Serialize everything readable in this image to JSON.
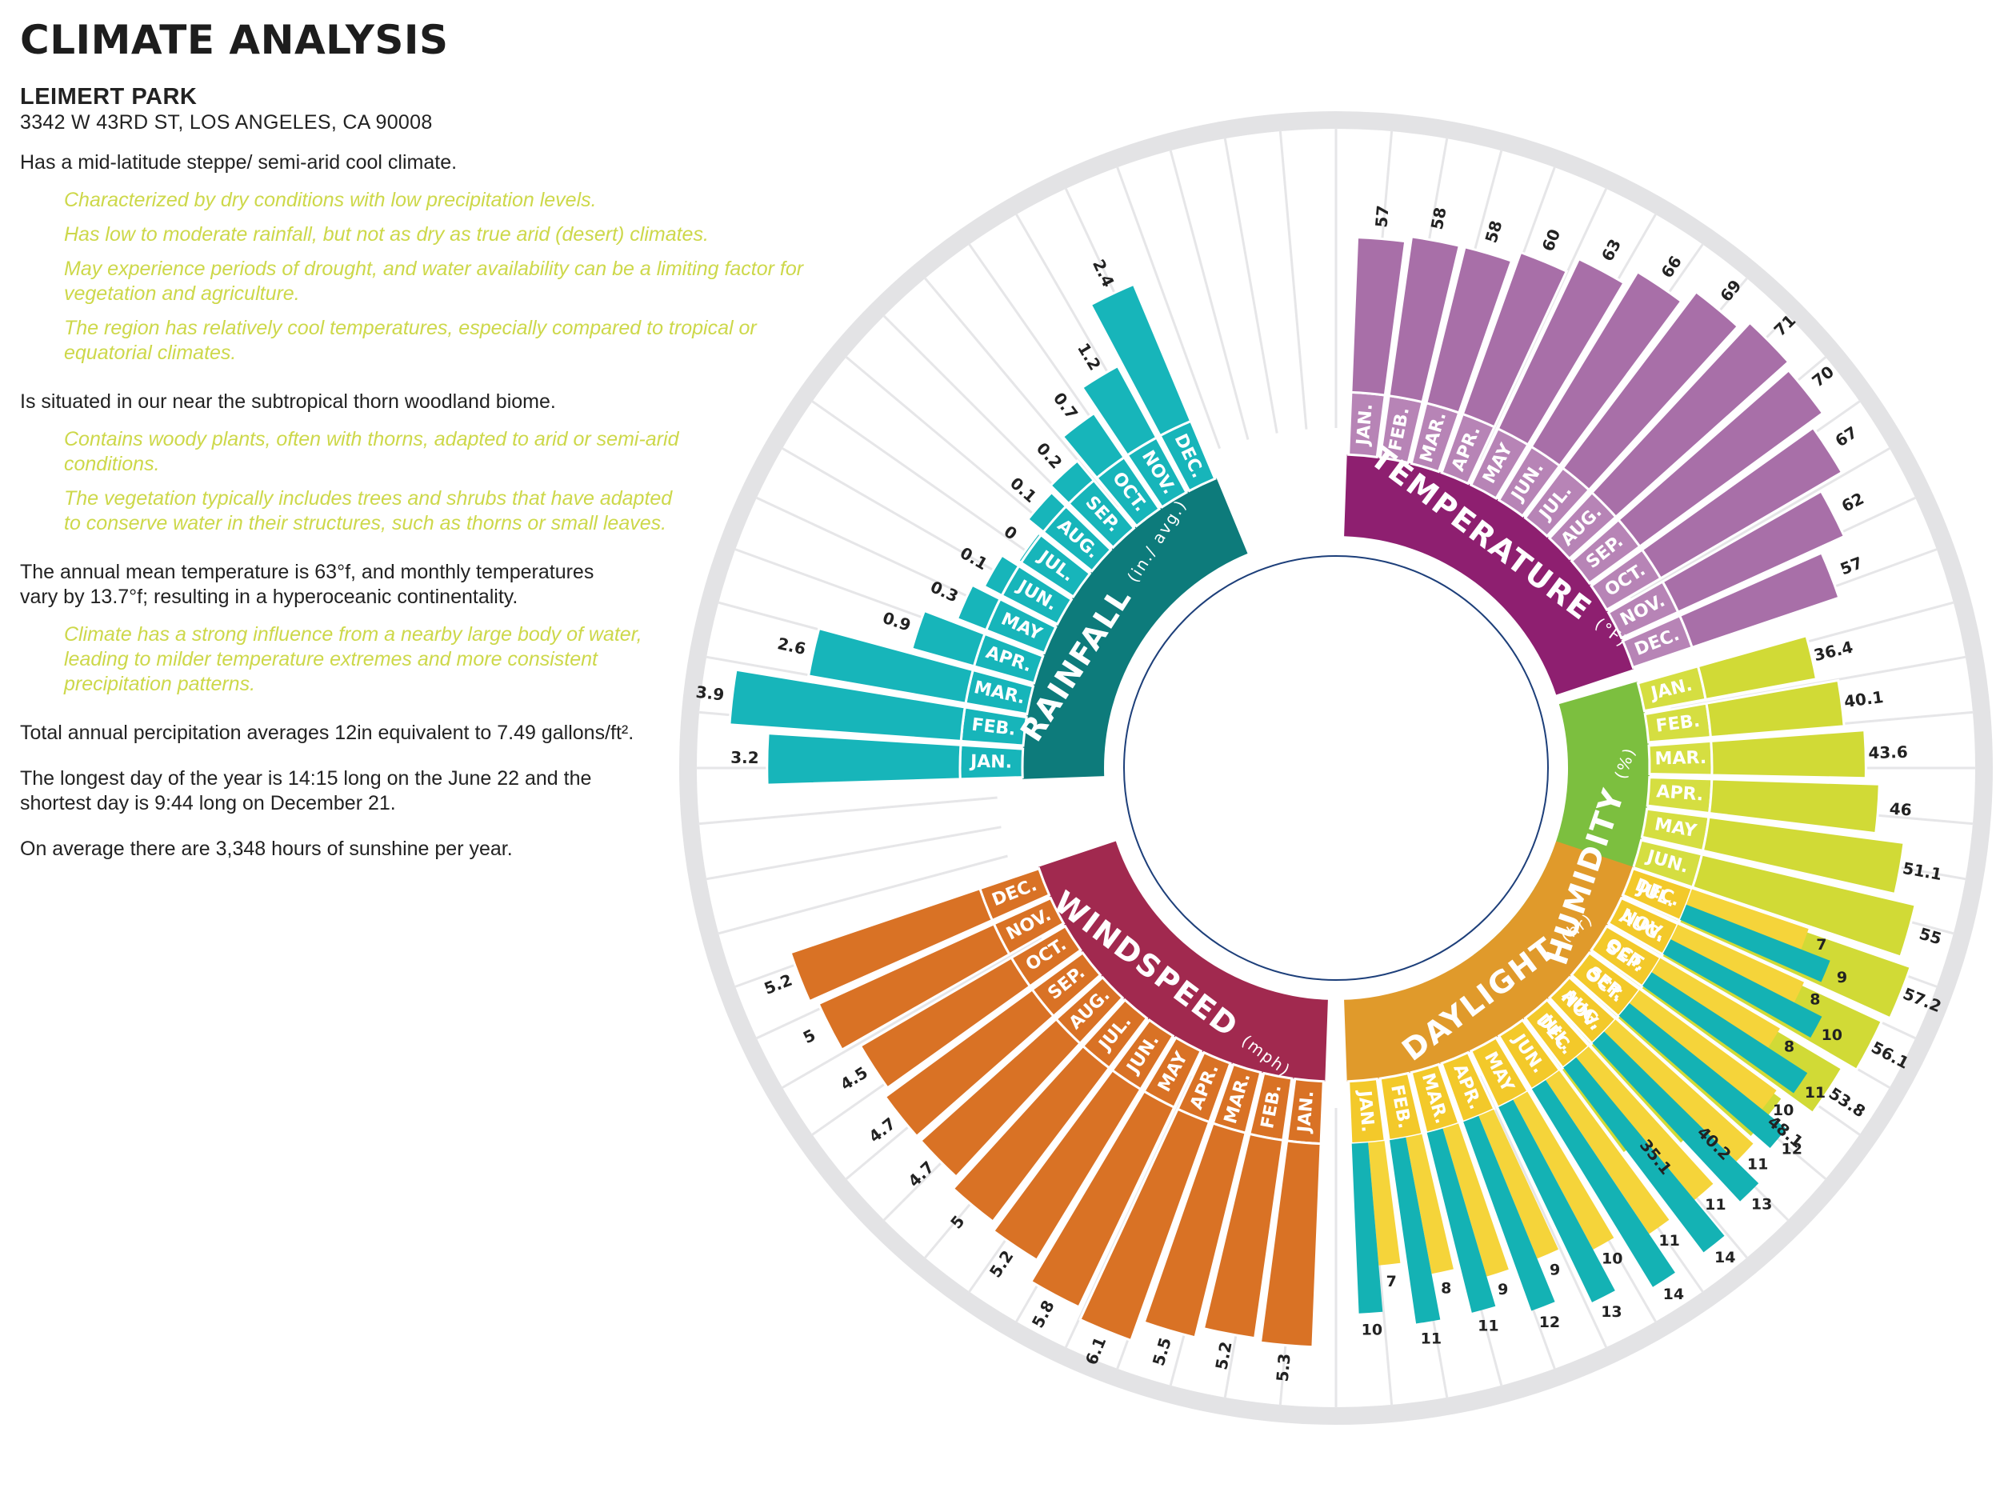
{
  "header": {
    "title": "CLIMATE ANALYSIS",
    "site": "LEIMERT PARK",
    "address": "3342 W 43RD ST, LOS ANGELES, CA 90008"
  },
  "intro": {
    "climate": "Has a mid-latitude steppe/ semi-arid cool climate.",
    "climate_notes": [
      "Characterized by dry conditions with low precipitation levels.",
      "Has low to moderate rainfall, but not as dry as true arid (desert) climates.",
      "May experience periods of drought, and water availability can be a limiting factor for vegetation and agriculture.",
      "The region has relatively cool temperatures, especially compared to tropical or equatorial climates."
    ],
    "biome": "Is situated in our near the subtropical thorn woodland biome.",
    "biome_notes": [
      "Contains woody plants, often with thorns, adapted to arid or semi-arid conditions.",
      "The vegetation typically includes trees and shrubs that have adapted to conserve water in their structures, such as thorns or small leaves."
    ],
    "temperature": "The annual mean temperature is 63°f, and monthly temperatures vary by 13.7°f; resulting in a hyperoceanic continentality.",
    "temperature_note": "Climate has a strong influence from a nearby large body of water, leading to milder temperature extremes and more consistent precipitation patterns.",
    "precipitation": "Total annual percipitation averages 12in equivalent to 7.49 gallons/ft².",
    "daylight": "The longest day of the year is 14:15 long on the June 22 and the shortest day is 9:44 long on December 21.",
    "sunshine": "On average there are 3,348 hours of sunshine per year."
  },
  "chart_data": {
    "type": "radial-bar",
    "months": [
      "JAN.",
      "FEB.",
      "MAR.",
      "APR.",
      "MAY",
      "JUN.",
      "JUL.",
      "AUG.",
      "SEP.",
      "OCT.",
      "NOV.",
      "DEC."
    ],
    "series": [
      {
        "name": "TEMPERATURE",
        "unit": "(°F)",
        "values": [
          57,
          58,
          58,
          60,
          63,
          66,
          69,
          71,
          70,
          67,
          62,
          57
        ],
        "color": "#a86fa8",
        "hub_color": "#8e1f70",
        "label_color": "#b784b6"
      },
      {
        "name": "HUMIDITY",
        "unit": "(%)",
        "values": [
          36.4,
          40.1,
          43.6,
          46,
          51.1,
          55,
          57.2,
          56.1,
          53.8,
          48.1,
          40.2,
          35.1
        ],
        "color": "#d1da36",
        "hub_color": "#7cbf3f",
        "label_color": "#d5de41"
      },
      {
        "name": "DAYLIGHT",
        "unit": "(hr)",
        "values": [
          7,
          8,
          9,
          9,
          10,
          11,
          11,
          11,
          10,
          8,
          8,
          7
        ],
        "values_2": [
          10,
          11,
          11,
          12,
          13,
          14,
          14,
          13,
          12,
          11,
          10,
          9
        ],
        "color": "#f5d43a",
        "color_2": "#14b2b4",
        "hub_color": "#e09a2b",
        "label_color": "#f3c92a"
      },
      {
        "name": "WINDSPEED",
        "unit": "(mph)",
        "values": [
          5.3,
          5.2,
          5.5,
          6.1,
          5.8,
          5.2,
          5,
          4.7,
          4.7,
          4.5,
          5,
          5.2
        ],
        "color": "#d97225",
        "hub_color": "#a1294f",
        "label_color": "#d97225"
      },
      {
        "name": "RAINFALL",
        "unit": "(in./ avg.)",
        "values": [
          3.2,
          3.9,
          2.6,
          0.9,
          0.3,
          0.1,
          0,
          0.1,
          0.2,
          0.7,
          1.2,
          2.4
        ],
        "color": "#17b5ba",
        "hub_color": "#0d7b7b",
        "label_color": "#17b5ba"
      }
    ]
  }
}
